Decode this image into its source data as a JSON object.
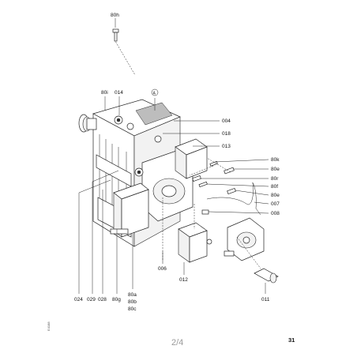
{
  "labels": {
    "l80h": "80h",
    "l80i": "80i",
    "l014": "014",
    "lA": "A",
    "l004": "004",
    "l018": "018",
    "l013": "013",
    "l80k": "80k",
    "l80e1": "80e",
    "l80r": "80r",
    "l80f": "80f",
    "l80e2": "80e",
    "l007": "007",
    "l008": "008",
    "l006": "006",
    "l012": "012",
    "l011": "011",
    "l024": "024",
    "l029": "029",
    "l028": "028",
    "l80g": "80g",
    "l80a": "80a",
    "l80b": "80b",
    "l80c": "80c"
  },
  "footer": {
    "page_indicator": "2/4",
    "page_number": "31",
    "side_code": "E4188"
  }
}
